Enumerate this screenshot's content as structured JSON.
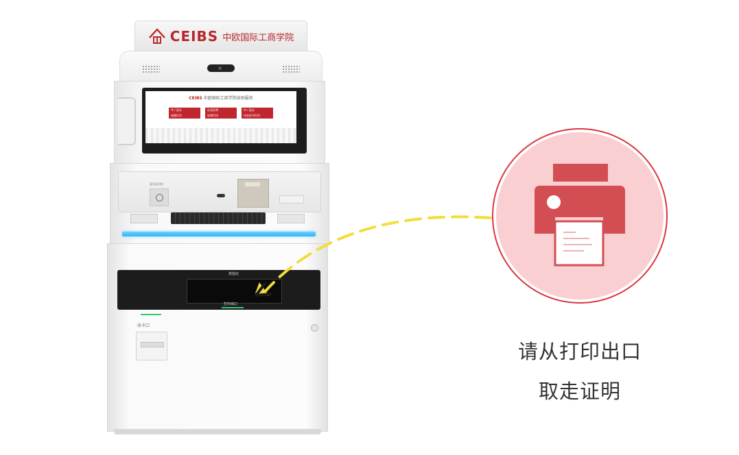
{
  "kiosk": {
    "sign": {
      "logo_text": "CEIBS",
      "logo_cn": "中欧国际工商学院"
    },
    "screen": {
      "title_brand": "CEIBS",
      "title_cn": "中欧国际工商学院自助服务",
      "buttons": [
        {
          "label_1": "中 / 英文",
          "label_2": "成绩打印"
        },
        {
          "label_1": "在读证明",
          "label_2": "证明打印"
        },
        {
          "label_1": "中 / 英文",
          "label_2": "毕业证书打印"
        }
      ]
    },
    "panel": {
      "id_reader_label": "身份证识别"
    },
    "outlet": {
      "top_label": "高拍仪",
      "bottom_label": "打印出口"
    },
    "recycle_label": "收卡口",
    "colors": {
      "brand_red": "#b8272c",
      "light_bar": "#2fb5f6",
      "indicator_green": "#2ecc71"
    }
  },
  "illustration": {
    "icon": "printer-icon",
    "colors": {
      "ring": "#d9363e",
      "disc": "#f9cfd2",
      "printer": "#d24e53",
      "arrow": "#f2dd3d"
    }
  },
  "instruction": {
    "line1": "请从打印出口",
    "line2": "取走证明"
  }
}
